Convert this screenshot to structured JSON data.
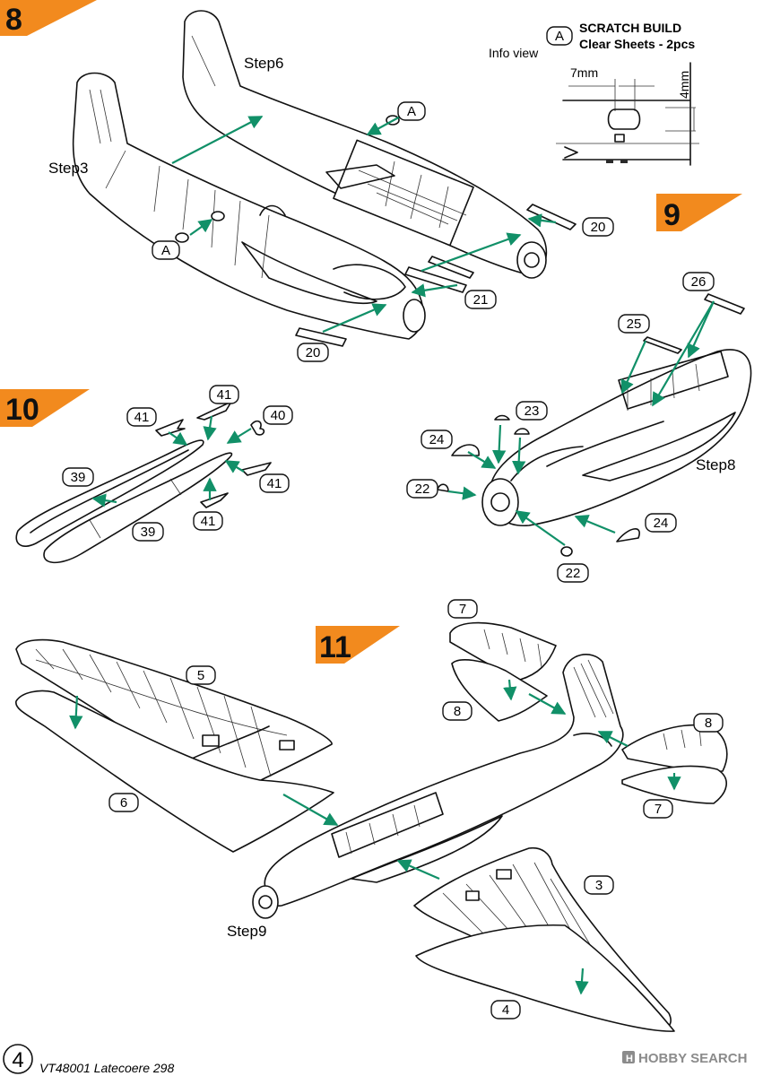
{
  "steps": {
    "s8": "8",
    "s9": "9",
    "s10": "10",
    "s11": "11"
  },
  "step_labels": {
    "step3": "Step3",
    "step6": "Step6",
    "step8": "Step8",
    "step9": "Step9"
  },
  "scratch": {
    "badge": "A",
    "title1": "SCRATCH BUILD",
    "title2": "Clear Sheets - 2pcs",
    "info_view": "Info view",
    "dim_w": "7mm",
    "dim_h": "4mm"
  },
  "parts": {
    "a_top": "A",
    "a_left": "A",
    "p20_right": "20",
    "p20_bottom": "20",
    "p21": "21",
    "p26": "26",
    "p25": "25",
    "p23": "23",
    "p24_left": "24",
    "p22_left": "22",
    "p24_right": "24",
    "p22_bottom": "22",
    "p41_top": "41",
    "p41_left": "41",
    "p40": "40",
    "p39_top": "39",
    "p39_bottom": "39",
    "p41_right": "41",
    "p41_bottom": "41",
    "p7_top": "7",
    "p8_left": "8",
    "p5": "5",
    "p6": "6",
    "p8_right": "8",
    "p7_right": "7",
    "p3": "3",
    "p4": "4"
  },
  "footer": {
    "page_number": "4",
    "kit": "VT48001 Latecoere 298"
  },
  "watermark": {
    "text": "HOBBY SEARCH"
  },
  "colors": {
    "step_badge_orange": "#f28a1e",
    "arrow_green": "#119068",
    "ink": "#111111"
  },
  "icons": [
    "step-flag-icon",
    "arrow-icon",
    "watermark-logo-icon"
  ]
}
